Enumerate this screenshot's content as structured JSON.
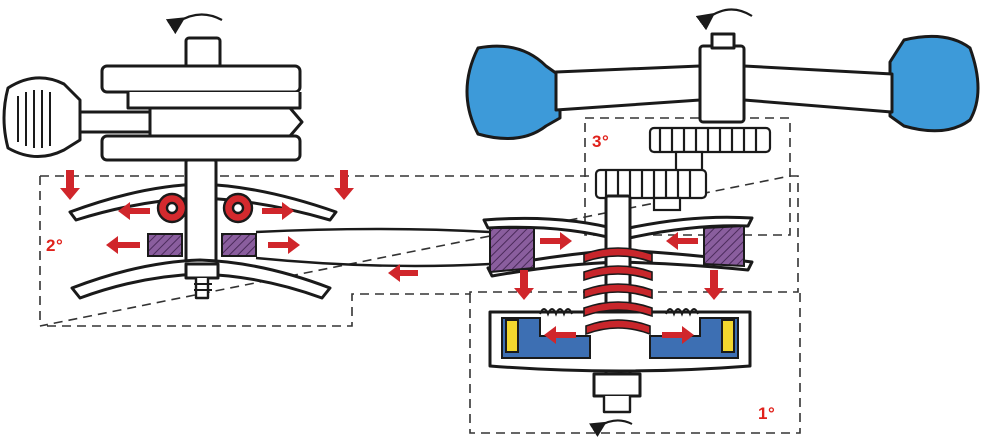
{
  "stages": {
    "first": "1°",
    "second": "2°",
    "third": "3°"
  },
  "colors": {
    "outline": "#1a1a1a",
    "arrow_red": "#d0262b",
    "spring_red": "#c8262b",
    "roller_red": "#d42a2e",
    "friction_purple": "#8a5e9e",
    "shoe_blue": "#3d6fb3",
    "lining_yellow": "#f2d72e",
    "blob_blue": "#3d9ad9",
    "dash_gray": "#333333"
  },
  "icons": [
    "rotation-arrow-icon",
    "force-arrow-icon",
    "coil-spring-icon",
    "gear-icon",
    "nut-icon"
  ]
}
